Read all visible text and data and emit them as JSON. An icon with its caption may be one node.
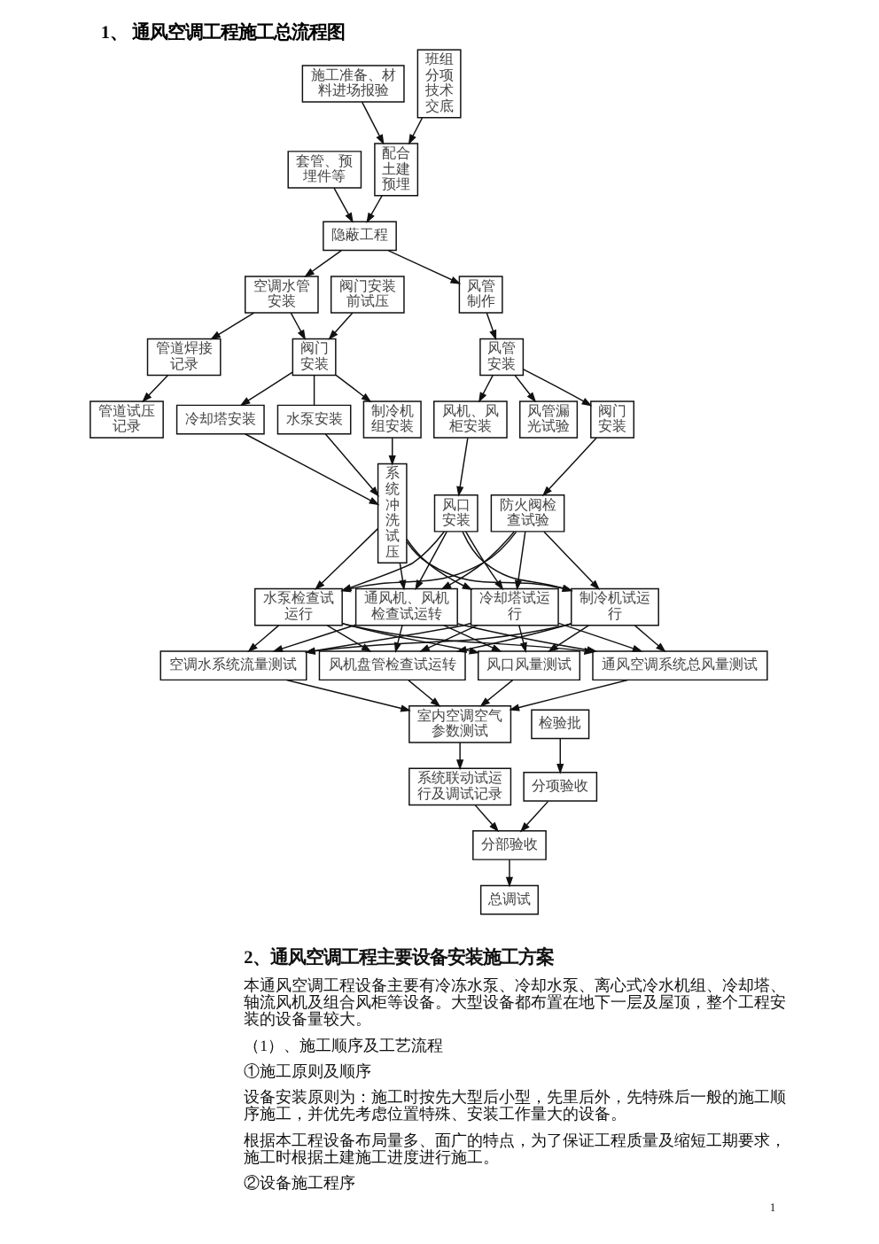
{
  "diagram": {
    "title": "1、 通风空调工程施工总流程图",
    "nodes": [
      {
        "text": [
          "施工准备、材料进场报验"
        ]
      },
      {
        "text": [
          "风管漏光试验"
        ]
      },
      {
        "text": [
          "阀门安装"
        ]
      },
      {
        "text": [
          "防火阀检查试验"
        ]
      },
      {
        "text": [
          "套管、预埋件等"
        ]
      },
      {
        "text": [
          "风管制作"
        ]
      },
      {
        "text": [
          "风管安装"
        ]
      },
      {
        "text": [
          "风机、风柜安装"
        ]
      },
      {
        "text": [
          "风口安装"
        ]
      },
      {
        "text": [
          "配合土建预埋"
        ]
      },
      {
        "text": [
          "隐蔽工程"
        ]
      },
      {
        "text": [
          "空调水管安装"
        ]
      },
      {
        "text": [
          "阀门安装"
        ]
      },
      {
        "text": [
          "水泵安装"
        ]
      },
      {
        "text": [
          "制冷机组安装"
        ]
      },
      {
        "text": [
          "冷却塔安装"
        ]
      },
      {
        "text": [
          "系统冲洗试压"
        ]
      },
      {
        "text": [
          "班组分项技术交底"
        ]
      },
      {
        "text": [
          "管道试压记录"
        ]
      },
      {
        "text": [
          "管道焊接记录"
        ]
      },
      {
        "text": [
          "阀门安装前试压"
        ]
      },
      {
        "text": [
          "风口风量测试"
        ]
      },
      {
        "text": [
          "冷却塔试运行"
        ]
      },
      {
        "text": [
          "室内空调空气参数测试"
        ]
      },
      {
        "text": [
          "通风空调系统总风量测试"
        ]
      },
      {
        "text": [
          "制冷机试运行"
        ]
      },
      {
        "text": [
          "空调水系统流量测试"
        ]
      },
      {
        "text": [
          "水泵检查试运行"
        ]
      },
      {
        "text": [
          "系统联动试运行及调试记录"
        ]
      },
      {
        "text": [
          "风机盘管检查试运转"
        ]
      },
      {
        "text": [
          "通风机、风机检查试运转"
        ]
      },
      {
        "text": [
          "分项验收"
        ]
      },
      {
        "text": [
          "检验批"
        ]
      },
      {
        "text": [
          "分部验收"
        ]
      },
      {
        "text": [
          "总调试"
        ]
      }
    ],
    "edges": [
      {
        "from": 0,
        "to": 9,
        "arrow": "to"
      },
      {
        "from": 17,
        "to": 9,
        "arrow": "to"
      },
      {
        "from": 4,
        "to": 10,
        "arrow": "to"
      },
      {
        "from": 9,
        "to": 10,
        "arrow": "to"
      },
      {
        "from": 10,
        "to": 5,
        "arrow": "to"
      },
      {
        "from": 10,
        "to": 11,
        "arrow": "to"
      },
      {
        "from": 5,
        "to": 6,
        "arrow": "to"
      },
      {
        "from": 6,
        "to": 1,
        "arrow": "to"
      },
      {
        "from": 6,
        "to": 2,
        "arrow": "to"
      },
      {
        "from": 6,
        "to": 7,
        "arrow": "to"
      },
      {
        "from": 2,
        "to": 3,
        "arrow": "to"
      },
      {
        "from": 7,
        "to": 8,
        "arrow": "to"
      },
      {
        "from": 11,
        "to": 12,
        "arrow": "to"
      },
      {
        "from": 11,
        "to": 19,
        "arrow": "to"
      },
      {
        "from": 19,
        "to": 18,
        "arrow": "to"
      },
      {
        "from": 20,
        "to": 12,
        "arrow": "to"
      },
      {
        "from": 12,
        "to": 13,
        "arrow": "none"
      },
      {
        "from": 12,
        "to": 14,
        "arrow": "to"
      },
      {
        "from": 12,
        "to": 15,
        "arrow": "to"
      },
      {
        "from": 13,
        "to": 16,
        "arrow": "to"
      },
      {
        "from": 14,
        "to": 16,
        "arrow": "to"
      },
      {
        "from": 15,
        "to": 16,
        "arrow": "to"
      },
      {
        "from": 3,
        "to": 22,
        "arrow": "to"
      },
      {
        "from": 3,
        "to": 25,
        "arrow": "to"
      },
      {
        "from": 3,
        "to": 27,
        "arrow": "to"
      },
      {
        "from": 3,
        "to": 30,
        "arrow": "to"
      },
      {
        "from": 8,
        "to": 22,
        "arrow": "to"
      },
      {
        "from": 8,
        "to": 25,
        "arrow": "to"
      },
      {
        "from": 8,
        "to": 27,
        "arrow": "to"
      },
      {
        "from": 8,
        "to": 30,
        "arrow": "to"
      },
      {
        "from": 16,
        "to": 22,
        "arrow": "to"
      },
      {
        "from": 16,
        "to": 25,
        "arrow": "to"
      },
      {
        "from": 16,
        "to": 27,
        "arrow": "to"
      },
      {
        "from": 16,
        "to": 30,
        "arrow": "to"
      },
      {
        "from": 22,
        "to": 21,
        "arrow": "to"
      },
      {
        "from": 22,
        "to": 24,
        "arrow": "to"
      },
      {
        "from": 22,
        "to": 26,
        "arrow": "to"
      },
      {
        "from": 22,
        "to": 29,
        "arrow": "to"
      },
      {
        "from": 25,
        "to": 21,
        "arrow": "to"
      },
      {
        "from": 25,
        "to": 24,
        "arrow": "to"
      },
      {
        "from": 25,
        "to": 26,
        "arrow": "to"
      },
      {
        "from": 25,
        "to": 29,
        "arrow": "to"
      },
      {
        "from": 27,
        "to": 21,
        "arrow": "to"
      },
      {
        "from": 27,
        "to": 24,
        "arrow": "to"
      },
      {
        "from": 27,
        "to": 26,
        "arrow": "to"
      },
      {
        "from": 27,
        "to": 29,
        "arrow": "to"
      },
      {
        "from": 30,
        "to": 21,
        "arrow": "to"
      },
      {
        "from": 30,
        "to": 24,
        "arrow": "to"
      },
      {
        "from": 30,
        "to": 26,
        "arrow": "to"
      },
      {
        "from": 30,
        "to": 29,
        "arrow": "to"
      },
      {
        "from": 21,
        "to": 23,
        "arrow": "to"
      },
      {
        "from": 24,
        "to": 23,
        "arrow": "to"
      },
      {
        "from": 26,
        "to": 23,
        "arrow": "to"
      },
      {
        "from": 29,
        "to": 23,
        "arrow": "to"
      },
      {
        "from": 23,
        "to": 28,
        "arrow": "to"
      },
      {
        "from": 28,
        "to": 33,
        "arrow": "to"
      },
      {
        "from": 32,
        "to": 31,
        "arrow": "to"
      },
      {
        "from": 31,
        "to": 33,
        "arrow": "to"
      },
      {
        "from": 33,
        "to": 34,
        "arrow": "to"
      }
    ],
    "labels": [
      "2、通风空调工程主要设备安装施工方案",
      "本通风空调工程设备主要有冷冻水泵、冷却水泵、离心式冷水机组、冷却塔、轴流风机及组合风柜等设备。大型设备都布置在地下一层及屋顶，整个工程安装的设备量较大。",
      "（1）、施工顺序及工艺流程",
      "①施工原则及顺序",
      "设备安装原则为：施工时按先大型后小型，先里后外，先特殊后一般的施工顺序施工，并优先考虑位置特殊、安装工作量大的设备。",
      "根据本工程设备布局量多、面广的特点，为了保证工程质量及缩短工期要求，施工时根据土建施工进度进行施工。",
      "②设备施工程序",
      "1"
    ]
  }
}
